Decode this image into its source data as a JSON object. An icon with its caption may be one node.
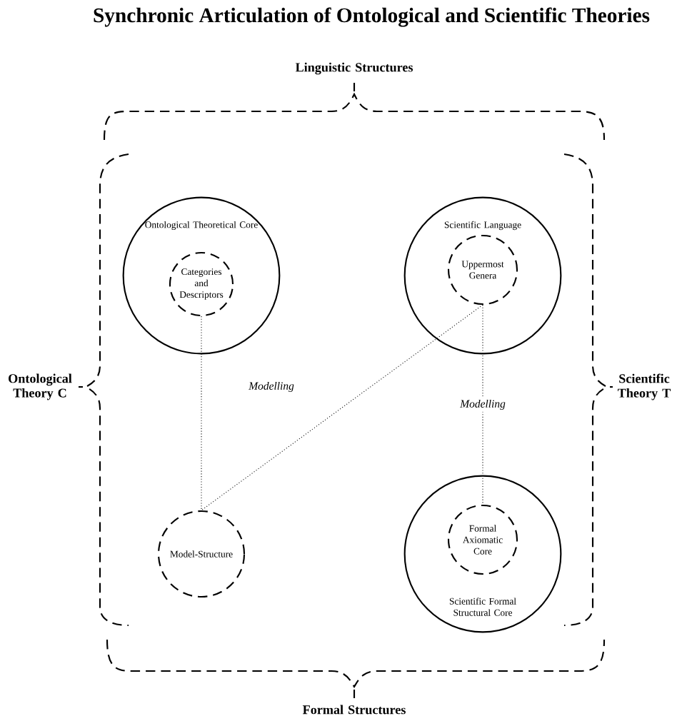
{
  "diagram": {
    "title": "Synchronic Articulation of Ontological and Scientific Theories",
    "nodes": [
      {
        "text": [
          "Ontological Theoretical Core"
        ]
      },
      {
        "text": [
          "Categories and Descriptors"
        ],
        "in": 0
      },
      {
        "text": [
          "Scientific Language"
        ]
      },
      {
        "text": [
          "Uppermost Genera"
        ],
        "in": 2
      },
      {
        "text": [
          "Model-Structure"
        ]
      },
      {
        "text": [
          "Scientific Formal Structural Core"
        ]
      },
      {
        "text": [
          "Formal Axiomatic Core"
        ],
        "in": 5
      }
    ],
    "edges": [
      {
        "from": 1,
        "to": 4,
        "arrow": "none"
      },
      {
        "from": 3,
        "to": 4,
        "arrow": "none"
      },
      {
        "from": 3,
        "to": 6,
        "arrow": "none",
        "label": "Modelling"
      }
    ],
    "labels": [
      "Linguistic Structures",
      "Ontological Theory C",
      "Modelling",
      "Scientific Theory T",
      "Formal Structures"
    ]
  }
}
